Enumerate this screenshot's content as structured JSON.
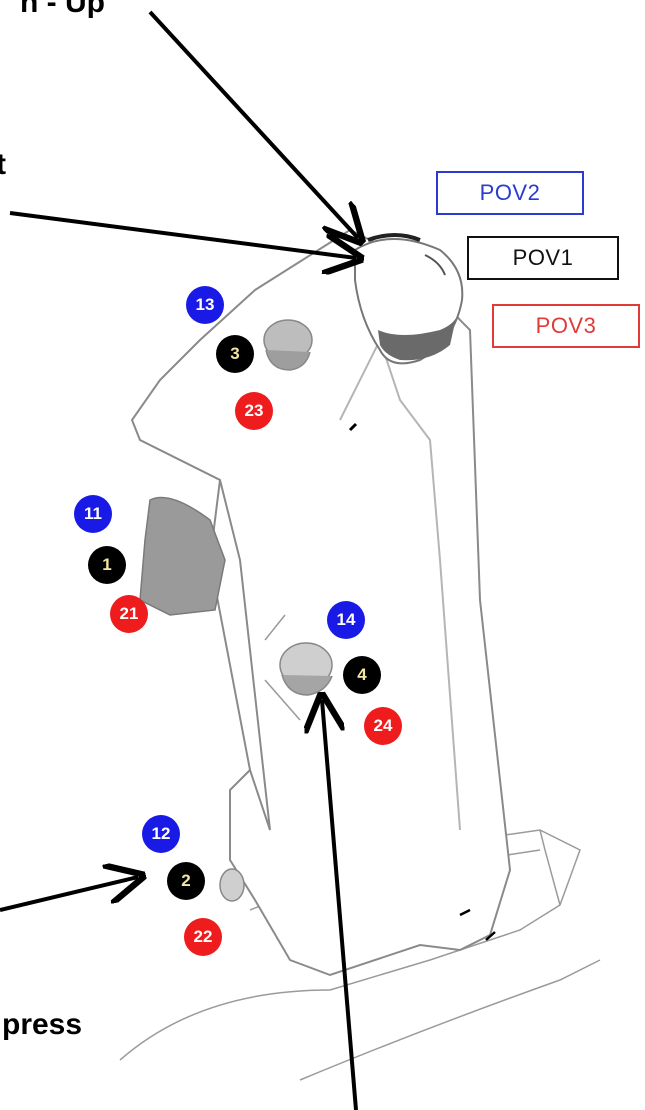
{
  "labels": {
    "top_partial": "n - Up",
    "left_partial": "t",
    "bottom_partial": "press"
  },
  "pov": [
    {
      "label": "POV2",
      "color": "#2b3bd0"
    },
    {
      "label": "POV1",
      "color": "#111111"
    },
    {
      "label": "POV3",
      "color": "#e03a3a"
    }
  ],
  "buttons": {
    "b13": "13",
    "b3": "3",
    "b23": "23",
    "b11": "11",
    "b1": "1",
    "b21": "21",
    "b14": "14",
    "b4": "4",
    "b24": "24",
    "b12": "12",
    "b2": "2",
    "b22": "22"
  },
  "colors": {
    "blue": "#1a1ae6",
    "black": "#000000",
    "red": "#ee1c1c",
    "number_on_black": "#f2e6a0"
  }
}
